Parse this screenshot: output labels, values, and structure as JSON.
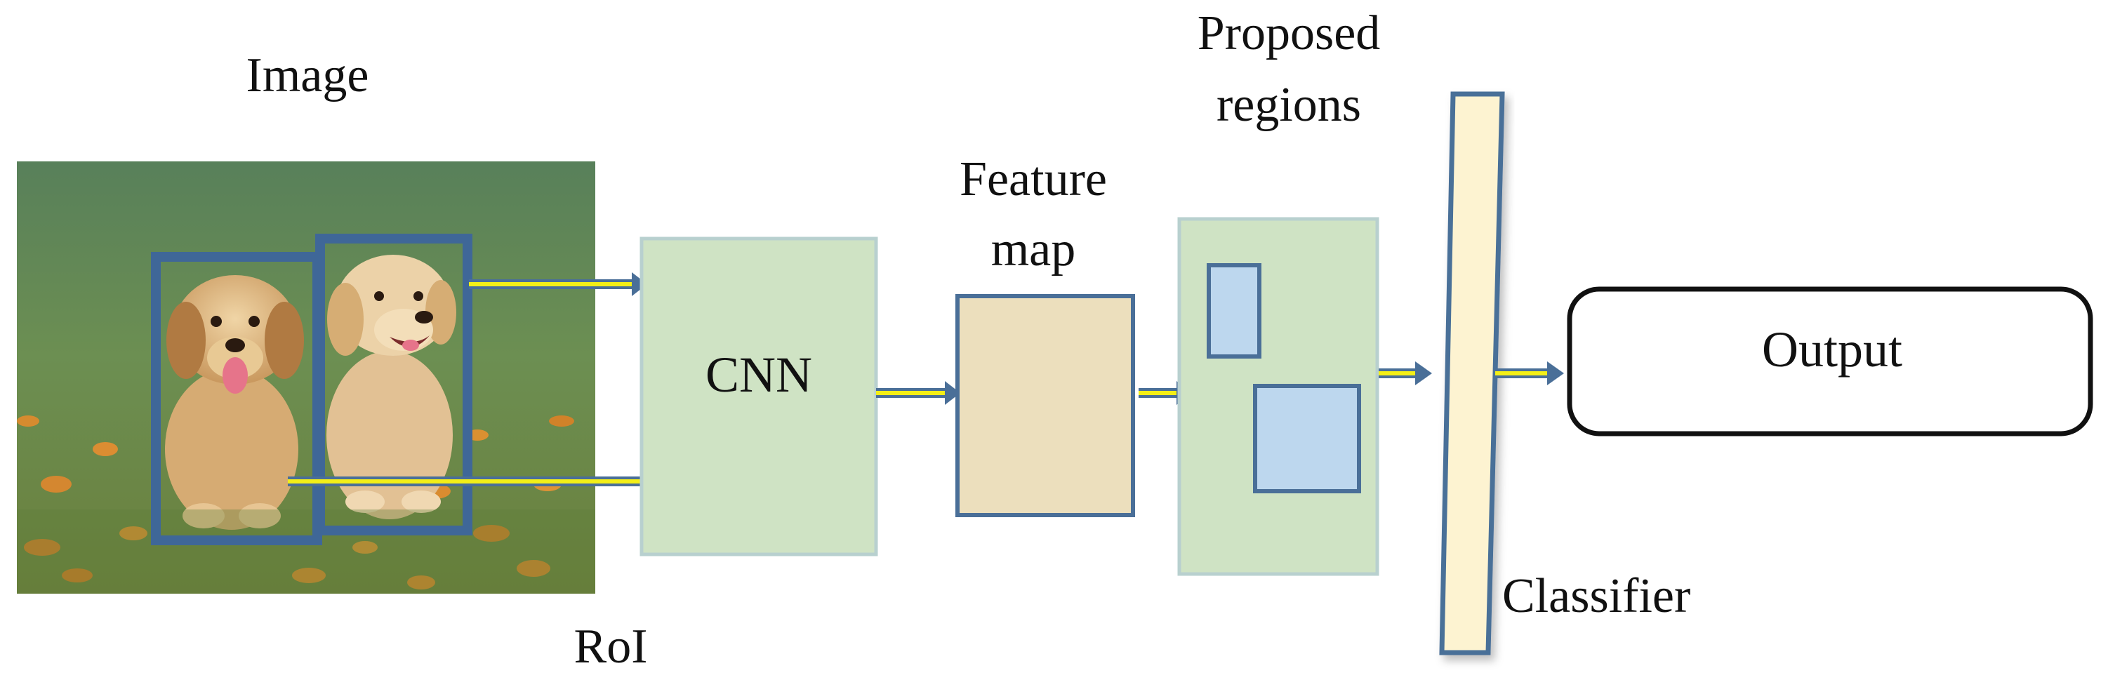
{
  "labels": {
    "image": "Image",
    "roi": "RoI",
    "cnn": "CNN",
    "feature_map_line1": "Feature",
    "feature_map_line2": "map",
    "proposed_line1": "Proposed",
    "proposed_line2": "regions",
    "classifier": "Classifier",
    "output": "Output"
  },
  "colors": {
    "box_border": "#4a6f98",
    "roi_border": "#3f6798",
    "cnn_fill": "#cfe3c4",
    "cnn_border": "#b8d0cf",
    "feature_fill": "#ecdfbd",
    "proposal_fill": "#cfe3c4",
    "region_fill": "#bdd7ee",
    "classifier_fill": "#fdf3d1",
    "arrow_outline": "#4a6f98",
    "arrow_core": "#f3ef17",
    "grass": "#6f8f4f",
    "flowers": "#e08a2a",
    "fur": "#d8b27e"
  },
  "icons": {
    "photo": "puppies-photo-icon"
  }
}
